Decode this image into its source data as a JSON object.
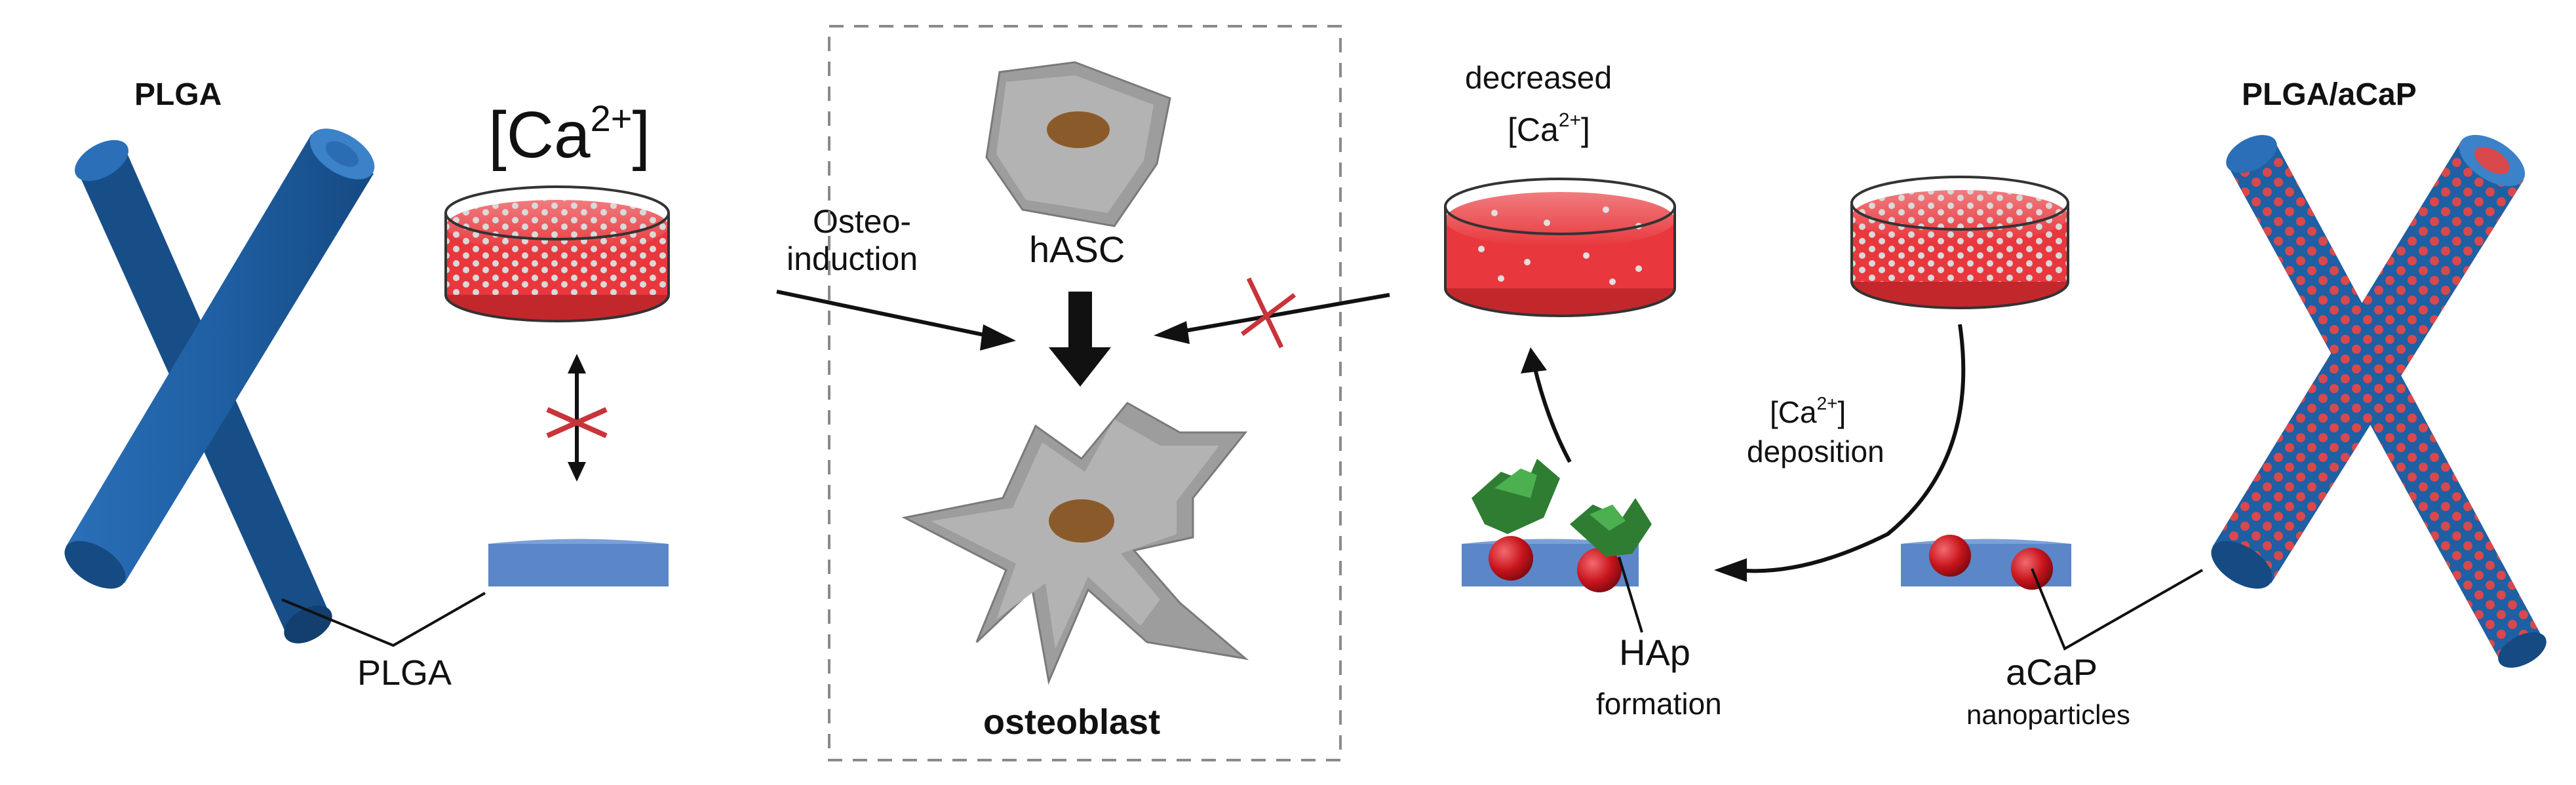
{
  "labels": {
    "plga_title": "PLGA",
    "ca_left_main": "[Ca",
    "ca_left_sup": "2+",
    "ca_left_close": "]",
    "osteo_line1": "Osteo-",
    "osteo_line2": "induction",
    "hasc": "hASC",
    "osteoblast": "osteoblast",
    "plga_label": "PLGA",
    "decreased": "decreased",
    "ca_right_main": "[Ca",
    "ca_right_sup": "2+",
    "ca_right_close": "]",
    "deposition_ca_main": "[Ca",
    "deposition_ca_sup": "2+",
    "deposition_ca_close": "]",
    "deposition": "deposition",
    "hap_line1": "HAp",
    "hap_line2": "formation",
    "acap_line1": "aCaP",
    "acap_line2": "nanoparticles",
    "plga_acap_title": "PLGA/aCaP"
  },
  "colors": {
    "plga_blue": "#1f5fa3",
    "plga_blue_dark": "#15497f",
    "film_blue": "#5b86c8",
    "medium_red": "#e8383d",
    "particle_red": "#c8141c",
    "cell_gray": "#9d9d9d",
    "nucleus_brown": "#8b5a2b",
    "hap_green": "#2e7d32",
    "cross_red": "#c8343a",
    "box_dash": "#8a8a8a"
  }
}
